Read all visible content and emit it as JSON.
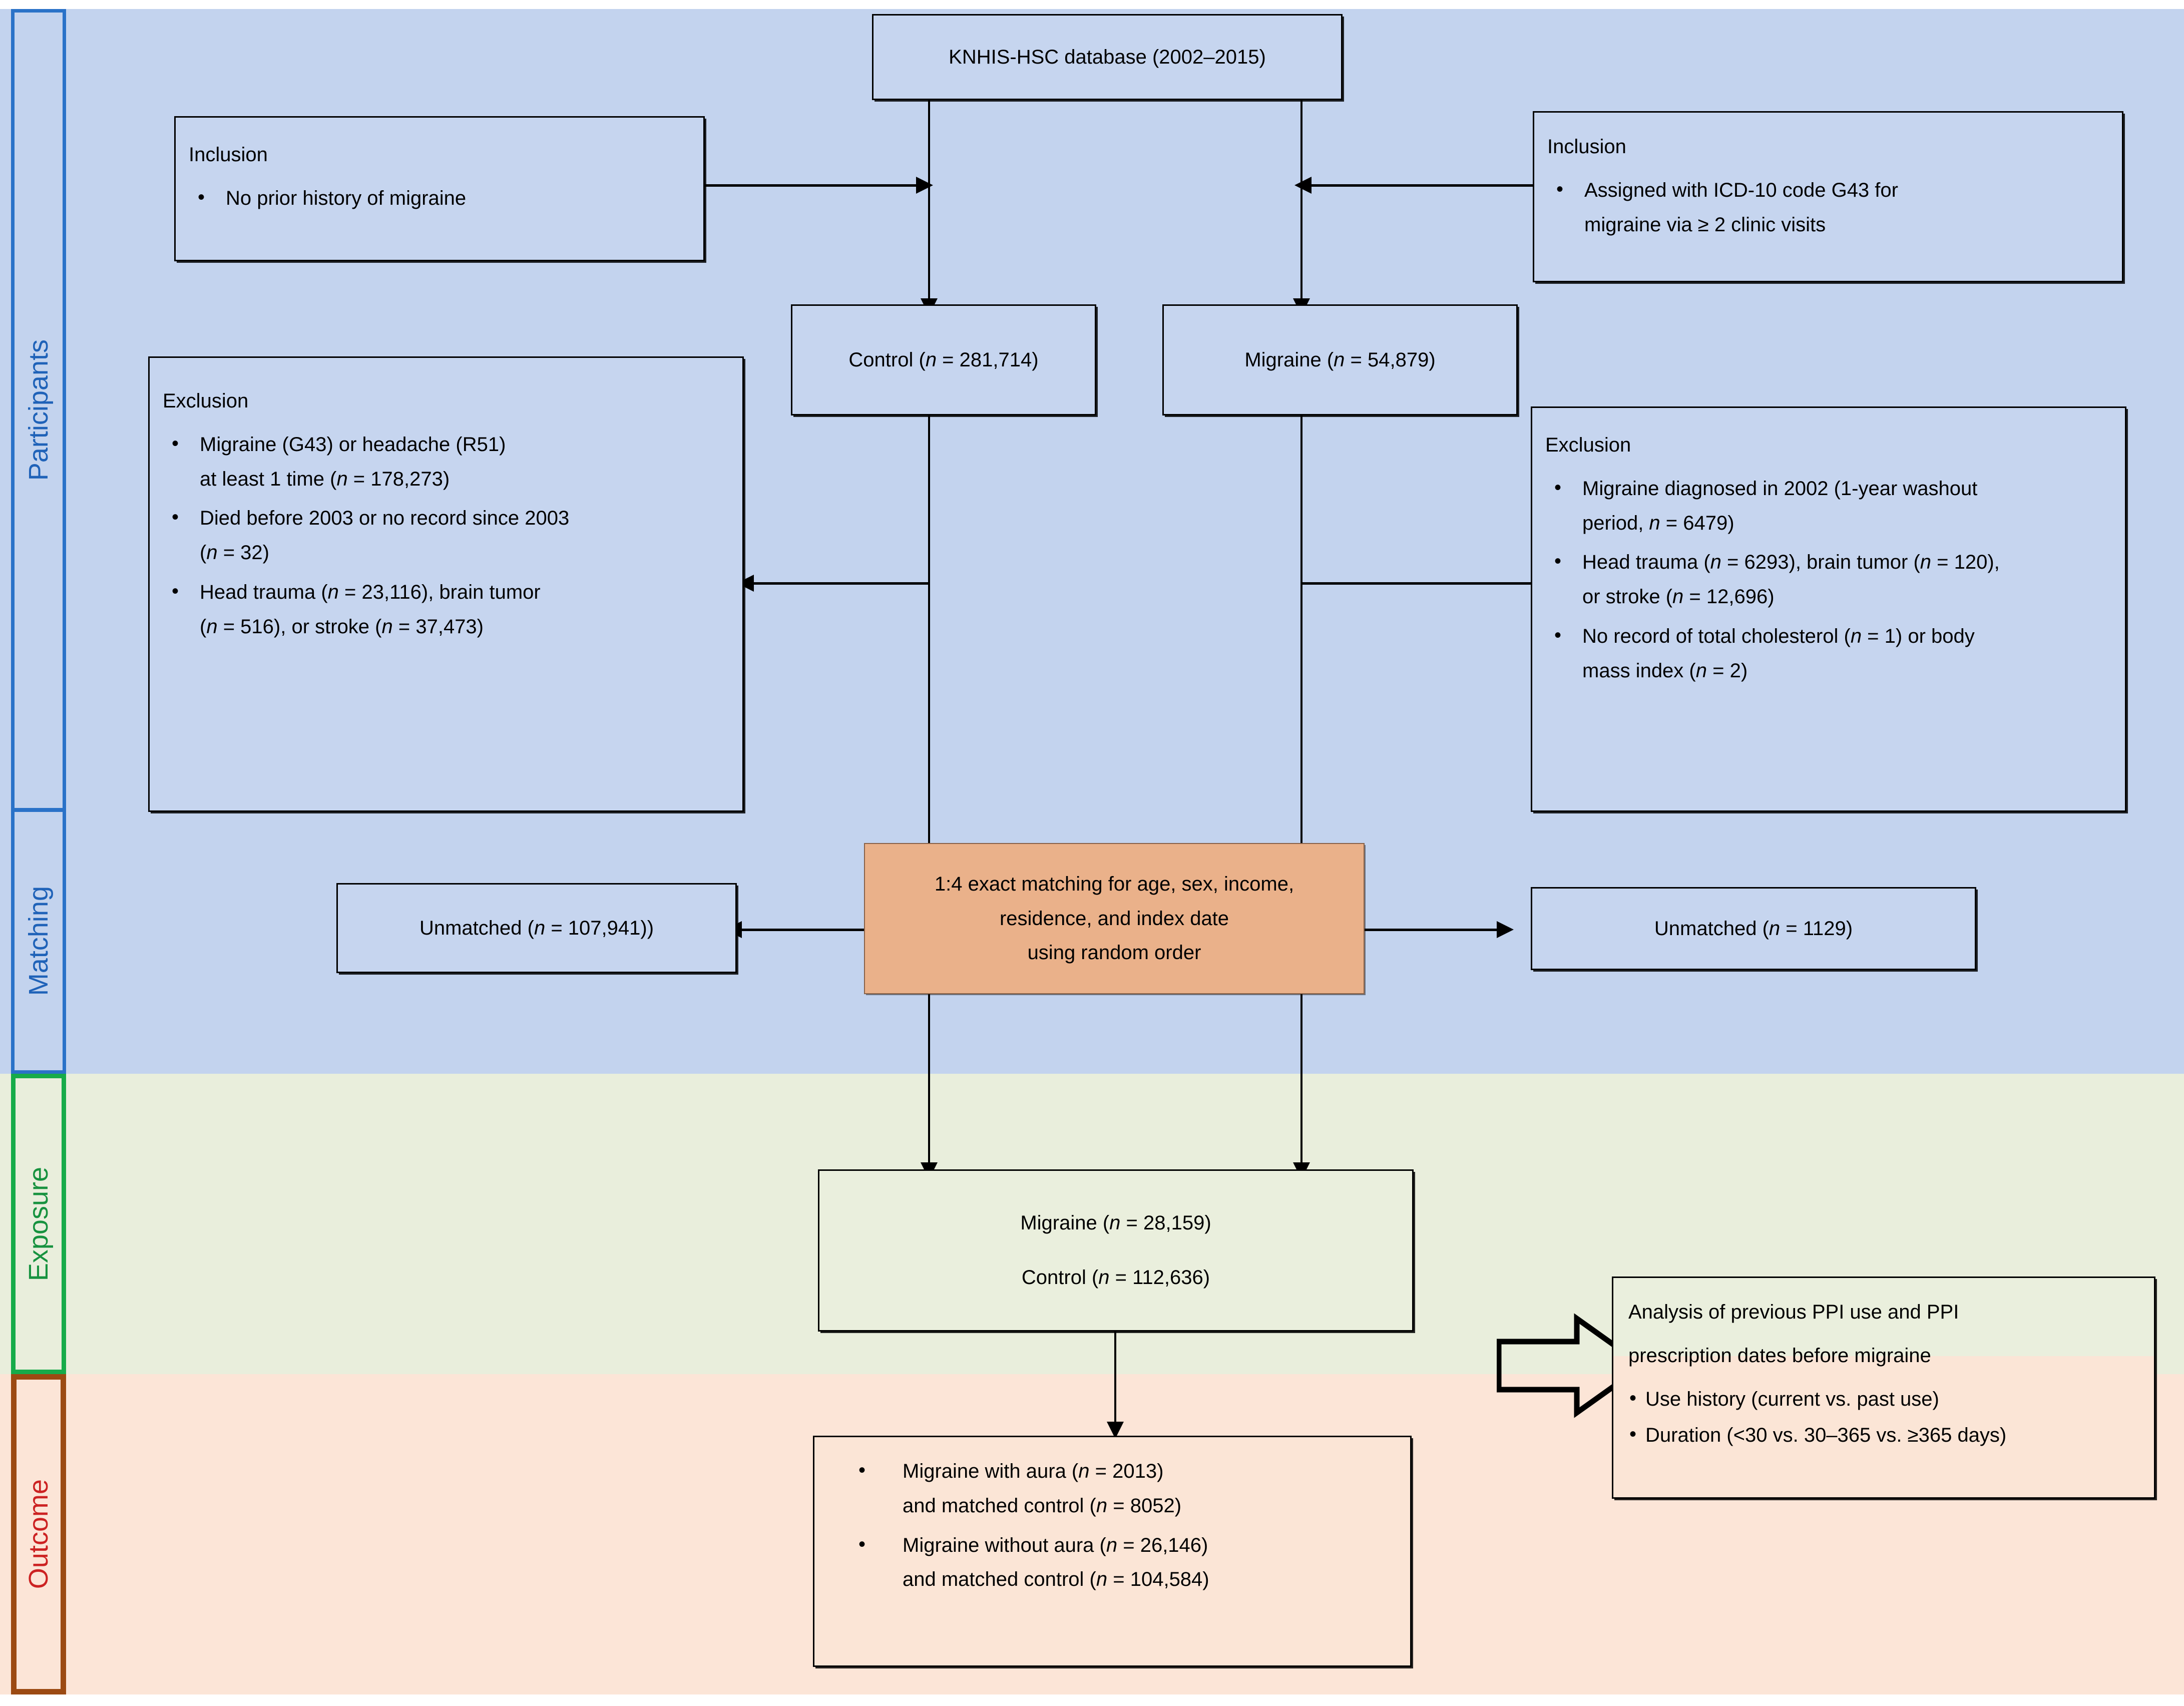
{
  "phases": [
    {
      "id": "participants",
      "label": "Participants",
      "color": "#1f62b8"
    },
    {
      "id": "matching",
      "label": "Matching",
      "color": "#1f62b8"
    },
    {
      "id": "exposure",
      "label": "Exposure",
      "color": "#17923f"
    },
    {
      "id": "outcome",
      "label": "Outcome",
      "color": "#cc2222"
    }
  ],
  "boxes": {
    "database": {
      "text": "KNHIS-HSC database (2002–2015)"
    },
    "inclusion_left": {
      "heading": "Inclusion",
      "items": [
        "No prior history of migraine"
      ]
    },
    "inclusion_right": {
      "heading": "Inclusion",
      "item_line1": "Assigned with ICD-10 code G43 for",
      "item_line2": "migraine via ≥ 2 clinic visits"
    },
    "control": {
      "label": "Control (",
      "n": "n",
      "value": " = 281,714)"
    },
    "migraine": {
      "label": "Migraine (",
      "n": "n",
      "value": " = 54,879)"
    },
    "exclusion_left": {
      "heading": "Exclusion",
      "b1_l1": "Migraine (G43) or headache (R51)",
      "b1_l2_a": "at least 1 time (",
      "b1_l2_n": "n",
      "b1_l2_b": " = 178,273)",
      "b2_l1": "Died before 2003 or no record since 2003",
      "b2_l2_a": "(",
      "b2_l2_n": "n",
      "b2_l2_b": " = 32)",
      "b3_l1_a": "Head trauma (",
      "b3_l1_n": "n",
      "b3_l1_b": " = 23,116), brain tumor",
      "b3_l2_a": "(",
      "b3_l2_n1": "n",
      "b3_l2_b": " = 516), or stroke (",
      "b3_l2_n2": "n",
      "b3_l2_c": " = 37,473)"
    },
    "exclusion_right": {
      "heading": "Exclusion",
      "b1_l1": "Migraine diagnosed in 2002 (1-year washout",
      "b1_l2_a": "period, ",
      "b1_l2_n": "n",
      "b1_l2_b": " = 6479)",
      "b2_l1_a": "Head trauma (",
      "b2_l1_n1": "n",
      "b2_l1_b": " = 6293), brain tumor (",
      "b2_l1_n2": "n",
      "b2_l1_c": " = 120),",
      "b2_l2_a": "or stroke (",
      "b2_l2_n": "n",
      "b2_l2_b": " = 12,696)",
      "b3_l1_a": "No record of total cholesterol (",
      "b3_l1_n": "n",
      "b3_l1_b": " = 1) or body",
      "b3_l2_a": "mass index (",
      "b3_l2_n": "n",
      "b3_l2_b": " = 2)"
    },
    "matching": {
      "line1": "1:4 exact matching for age, sex, income,",
      "line2": "residence, and index date",
      "line3": "using random order"
    },
    "unmatched_left": {
      "a": "Unmatched (",
      "n": "n",
      "b": " = 107,941))"
    },
    "unmatched_right": {
      "a": "Unmatched (",
      "n": "n",
      "b": " = 1129)"
    },
    "exposure": {
      "l1_a": "Migraine (",
      "l1_n": "n",
      "l1_b": " = 28,159)",
      "l2_a": "Control (",
      "l2_n": "n",
      "l2_b": " = 112,636)"
    },
    "outcome": {
      "b1_l1_a": "Migraine with aura (",
      "b1_l1_n": "n",
      "b1_l1_b": " = 2013)",
      "b1_l2_a": "and matched control (",
      "b1_l2_n": "n",
      "b1_l2_b": " = 8052)",
      "b2_l1_a": "Migraine without aura (",
      "b2_l1_n": "n",
      "b2_l1_b": " = 26,146)",
      "b2_l2_a": "and matched control (",
      "b2_l2_n": "n",
      "b2_l2_b": " = 104,584)"
    },
    "analysis": {
      "l1": "Analysis of previous PPI use and PPI",
      "l2": "prescription dates before migraine",
      "b1": "Use history (current vs. past use)",
      "b2": "Duration (<30 vs. 30–365 vs. ≥365 days)"
    }
  },
  "colors": {
    "band_participants": "#c3d3ee",
    "band_exposure": "#e9eedc",
    "band_outcome": "#fce5d7",
    "matching_box": "#eab18a",
    "tab_blue": "#2a72c8",
    "tab_green": "#17ab4a",
    "tab_brown": "#9c4a12"
  }
}
